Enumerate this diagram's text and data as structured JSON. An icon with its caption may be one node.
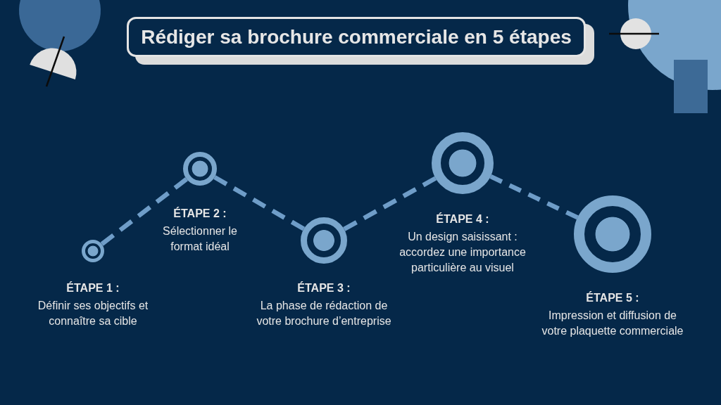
{
  "diagram": {
    "title": "Rédiger sa brochure commerciale en 5 étapes",
    "nodes": [
      {
        "text": [
          "ÉTAPE 1 :",
          "Définir ses objectifs et connaître sa cible"
        ]
      },
      {
        "text": [
          "ÉTAPE 2 :",
          "Sélectionner le format idéal"
        ]
      },
      {
        "text": [
          "ÉTAPE 3 :",
          "La phase de rédaction de votre brochure d’entreprise"
        ]
      },
      {
        "text": [
          "ÉTAPE 4 :",
          "Un design saisissant : accordez une importance particulière au visuel"
        ]
      },
      {
        "text": [
          "ÉTAPE 5 :",
          "Impression et diffusion de votre plaquette commerciale"
        ]
      }
    ],
    "edges": [
      {
        "from": 0,
        "to": 1,
        "arrow": "none",
        "style": "dashed"
      },
      {
        "from": 1,
        "to": 2,
        "arrow": "none",
        "style": "dashed"
      },
      {
        "from": 2,
        "to": 3,
        "arrow": "none",
        "style": "dashed"
      },
      {
        "from": 3,
        "to": 4,
        "arrow": "none",
        "style": "dashed"
      }
    ]
  }
}
